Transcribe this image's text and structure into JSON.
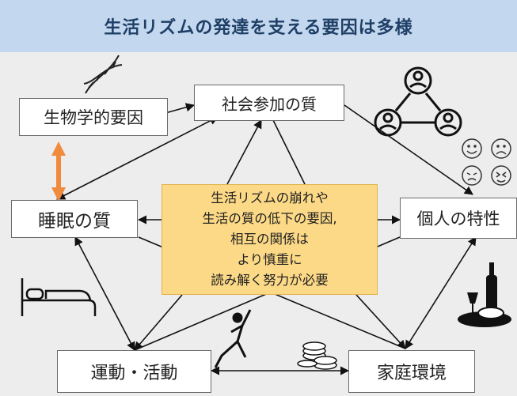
{
  "header": {
    "title": "生活リズムの発達を支える要因は多様"
  },
  "nodes": {
    "biology": "生物学的要因",
    "social": "社会参加の質",
    "sleep": "睡眠の質",
    "personal": "個人の特性",
    "exercise": "運動・活動",
    "family": "家庭環境"
  },
  "center": {
    "lines": [
      "生活リズムの崩れや",
      "生活の質の低下の要因,",
      "相互の関係は",
      "より慎重に",
      "読み解く努力が必要"
    ]
  },
  "colors": {
    "header_bg": "#c3d7ee",
    "center_bg": "#fcd986",
    "orange_arrow": "#f08a3c"
  },
  "icons": [
    "dna-icon",
    "people-network-icon",
    "emoji-faces-icon",
    "bed-icon",
    "stretch-person-icon",
    "coins-icon",
    "wine-food-icon"
  ]
}
